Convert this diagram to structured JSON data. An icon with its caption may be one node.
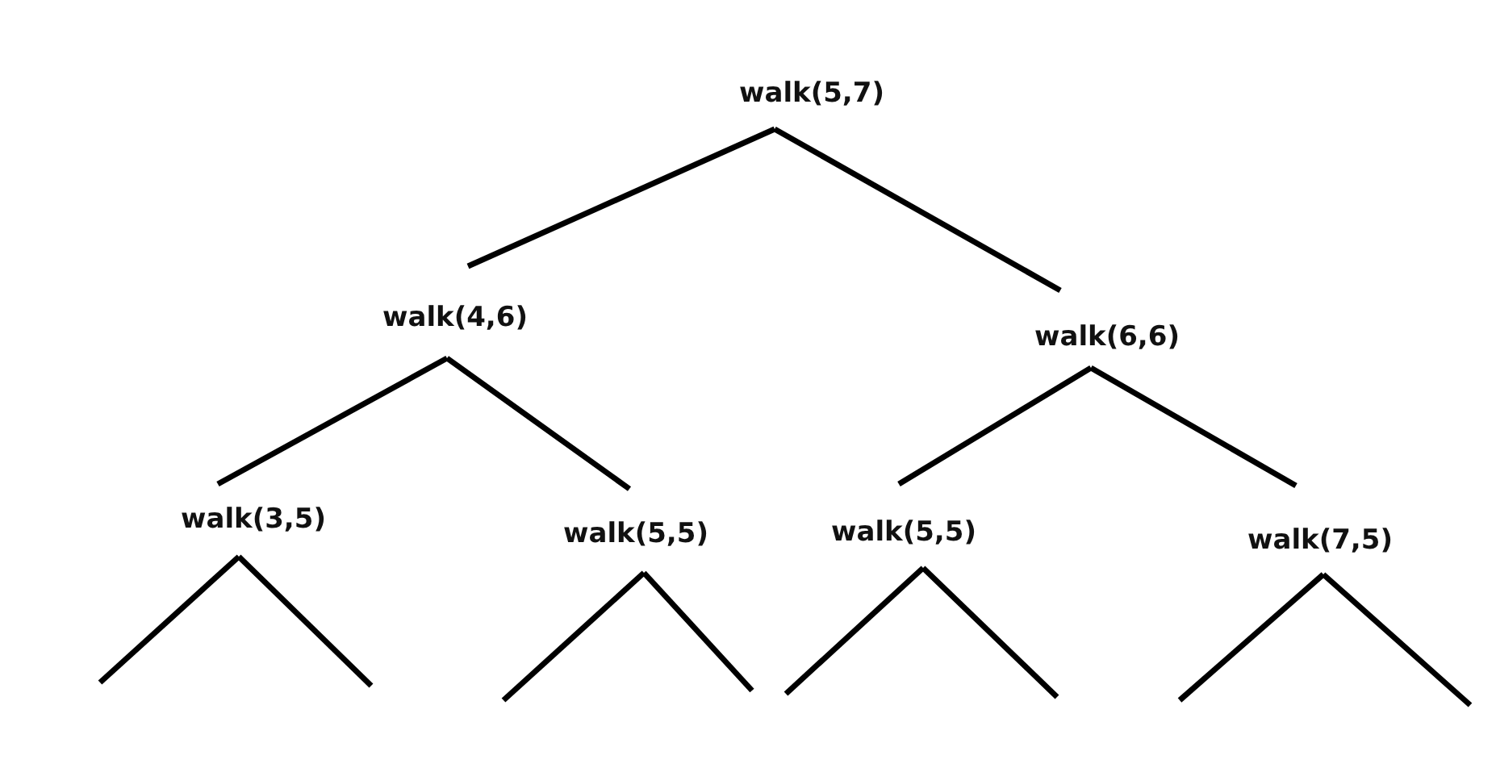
{
  "diagram": {
    "nodes": [
      {
        "text": [
          "walk(5,7)"
        ]
      },
      {
        "text": [
          "walk(4,6)"
        ]
      },
      {
        "text": [
          "walk(6,6)"
        ]
      },
      {
        "text": [
          "walk(3,5)"
        ]
      },
      {
        "text": [
          "walk(5,5)"
        ]
      },
      {
        "text": [
          "walk(5,5)"
        ]
      },
      {
        "text": [
          "walk(7,5)"
        ]
      }
    ],
    "edges": [
      {
        "from": 0,
        "to": 1,
        "arrow": "none"
      },
      {
        "from": 0,
        "to": 2,
        "arrow": "none"
      },
      {
        "from": 1,
        "to": 3,
        "arrow": "none"
      },
      {
        "from": 1,
        "to": 4,
        "arrow": "none"
      },
      {
        "from": 2,
        "to": 5,
        "arrow": "none"
      },
      {
        "from": 2,
        "to": 6,
        "arrow": "none"
      },
      {
        "from": 3,
        "to": null,
        "arrow": "none"
      },
      {
        "from": 3,
        "to": null,
        "arrow": "none"
      },
      {
        "from": 4,
        "to": null,
        "arrow": "none"
      },
      {
        "from": 4,
        "to": null,
        "arrow": "none"
      },
      {
        "from": 5,
        "to": null,
        "arrow": "none"
      },
      {
        "from": 5,
        "to": null,
        "arrow": "none"
      },
      {
        "from": 6,
        "to": null,
        "arrow": "none"
      },
      {
        "from": 6,
        "to": null,
        "arrow": "none"
      }
    ]
  }
}
